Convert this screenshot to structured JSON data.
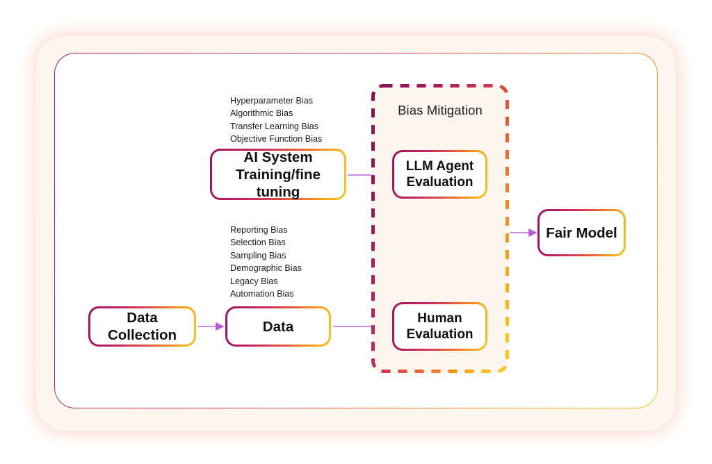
{
  "figure": {
    "title": "Bias sources and mitigation pipeline diagram",
    "colors": {
      "gradient_start": "#9d1357",
      "gradient_mid": "#e04d43",
      "gradient_end": "#fbc61d",
      "arrow": "#c06ee0",
      "group_fill": "#fcf6ee",
      "outer_card": "#fdf6ef",
      "inner_card": "#ffffff",
      "text": "#111111"
    }
  },
  "bias_lists": {
    "training_biases": [
      "Hyperparameter Bias",
      "Algorithmic Bias",
      "Transfer Learning Bias",
      "Objective Function Bias"
    ],
    "data_biases": [
      "Reporting Bias",
      "Selection Bias",
      "Sampling Bias",
      "Demographic Bias",
      "Legacy Bias",
      "Automation Bias"
    ]
  },
  "group": {
    "title": "Bias Mitigation"
  },
  "nodes": {
    "ai_system": {
      "line1": "AI System",
      "line2": "Training/fine tuning"
    },
    "llm_agent": {
      "line1": "LLM Agent",
      "line2": "Evaluation"
    },
    "human_eval": {
      "line1": "Human",
      "line2": "Evaluation"
    },
    "data_collection": {
      "label": "Data Collection"
    },
    "data": {
      "label": "Data"
    },
    "fair_model": {
      "label": "Fair Model"
    }
  },
  "edges": [
    {
      "name": "ai-system-to-llm-agent",
      "from": "ai_system",
      "to": "llm_agent"
    },
    {
      "name": "data-collection-to-data",
      "from": "data_collection",
      "to": "data"
    },
    {
      "name": "data-to-human-eval",
      "from": "data",
      "to": "human_eval"
    },
    {
      "name": "bias-mitigation-to-fair-model",
      "from": "group",
      "to": "fair_model"
    }
  ]
}
